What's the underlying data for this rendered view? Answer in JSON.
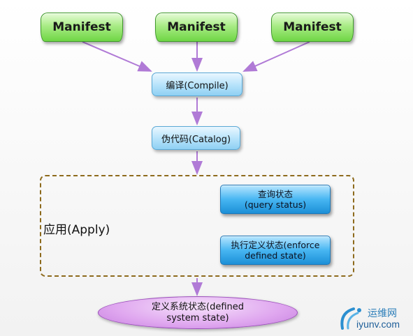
{
  "manifests": [
    "Manifest",
    "Manifest",
    "Manifest"
  ],
  "compile": "编译(Compile)",
  "catalog": "伪代码(Catalog)",
  "apply": "应用(Apply)",
  "query_status": {
    "line1": "查询状态",
    "line2": "(query status)"
  },
  "enforce_state": {
    "line1": "执行定义状态(enforce",
    "line2": "defined state)"
  },
  "defined_state": {
    "line1": "定义系统状态(defined",
    "line2": "system state)"
  },
  "watermark": {
    "name": "运维网",
    "url": "iyunv.com",
    "icon": "iyunv-logo-icon"
  },
  "colors": {
    "arrow": "#b07ad6",
    "manifest": "#8fe266",
    "stage": "#a8ddf8",
    "state": "#2fa4ea",
    "dashed_border": "#8d6a1c",
    "final": "#dba0ee"
  }
}
